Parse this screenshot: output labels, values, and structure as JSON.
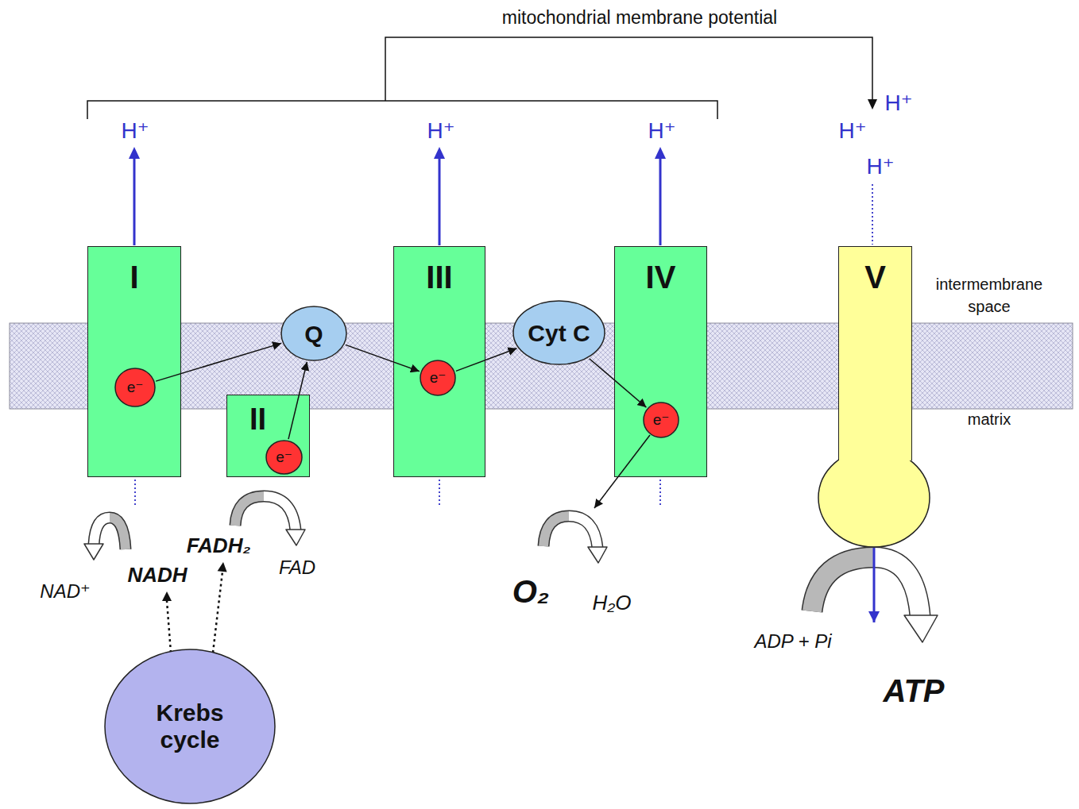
{
  "diagram": {
    "nodes": [
      {
        "text": [
          "I"
        ]
      },
      {
        "text": [
          "e⁻"
        ],
        "in": 0
      },
      {
        "text": [
          "Q"
        ]
      },
      {
        "text": [
          "II"
        ]
      },
      {
        "text": [
          "e⁻"
        ],
        "in": 3
      },
      {
        "text": [
          "III"
        ]
      },
      {
        "text": [
          "e⁻"
        ],
        "in": 5
      },
      {
        "text": [
          "Cyt C"
        ]
      },
      {
        "text": [
          "IV"
        ]
      },
      {
        "text": [
          "e⁻"
        ],
        "in": 8
      },
      {
        "text": [
          "V"
        ]
      },
      {
        "text": [
          "Krebs cycle"
        ]
      }
    ],
    "edges": [
      {
        "from": 1,
        "to": 2,
        "arrow": "to"
      },
      {
        "from": 4,
        "to": 2,
        "arrow": "to"
      },
      {
        "from": 2,
        "to": 6,
        "arrow": "to"
      },
      {
        "from": 6,
        "to": 7,
        "arrow": "to"
      },
      {
        "from": 7,
        "to": 9,
        "arrow": "to"
      }
    ],
    "labels": [
      "mitochondrial membrane potential",
      "H⁺",
      "H⁺",
      "H⁺",
      "H⁺",
      "H⁺",
      "H⁺",
      "intermembrane space",
      "matrix",
      "NAD⁺",
      "NADH",
      "FADH₂",
      "FAD",
      "O₂",
      "H₂O",
      "ADP + Pi",
      "ATP"
    ]
  }
}
